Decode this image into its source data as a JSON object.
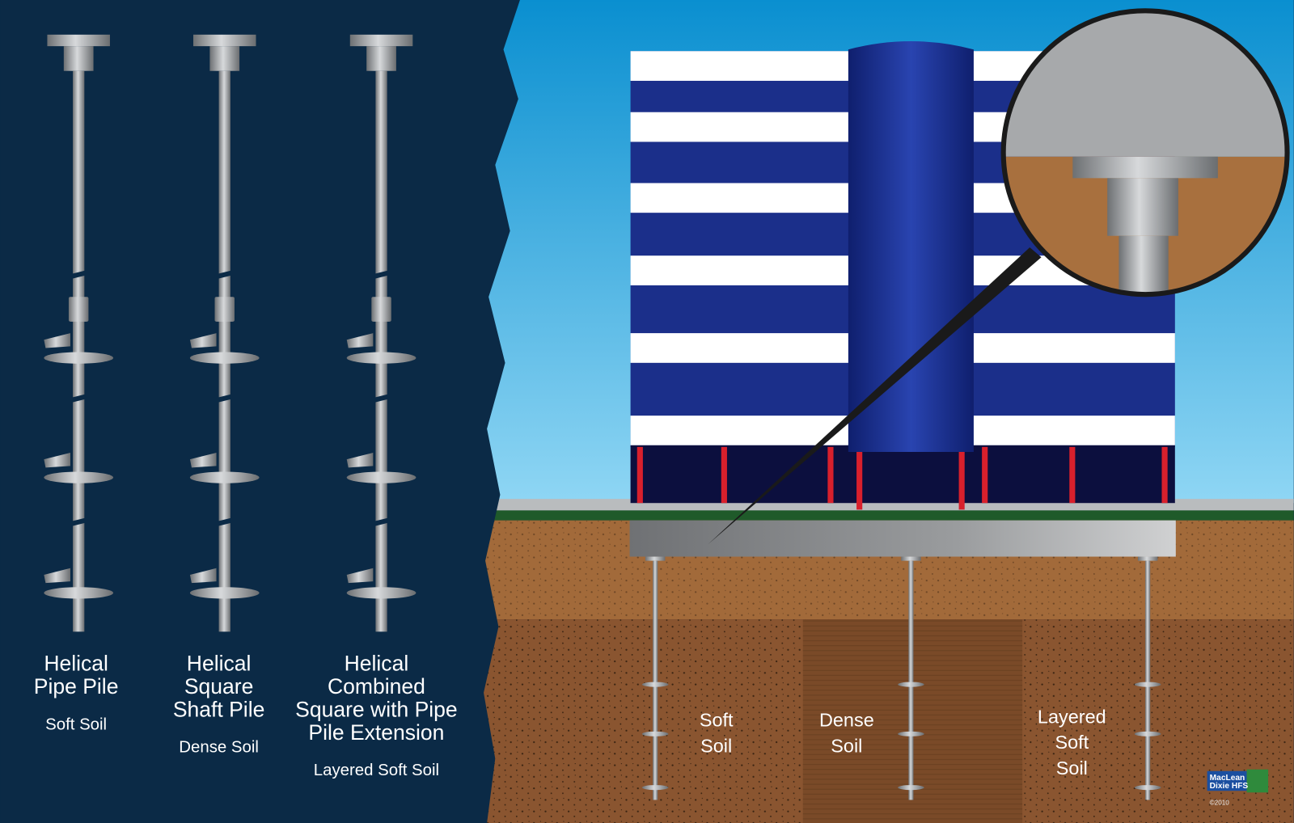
{
  "piles": [
    {
      "name_lines": [
        "Helical",
        "Pipe Pile"
      ],
      "soil": "Soft Soil"
    },
    {
      "name_lines": [
        "Helical",
        "Square",
        "Shaft Pile"
      ],
      "soil": "Dense Soil"
    },
    {
      "name_lines": [
        "Helical",
        "Combined",
        "Square with Pipe",
        "Pile Extension"
      ],
      "soil": "Layered Soft Soil"
    }
  ],
  "soil_zones": [
    {
      "lines": [
        "Soft",
        "Soil"
      ]
    },
    {
      "lines": [
        "Dense",
        "Soil"
      ]
    },
    {
      "lines": [
        "Layered",
        "Soft",
        "Soil"
      ]
    }
  ],
  "logo": {
    "line1": "MacLean",
    "line2": "Dixie HFS",
    "copyright": "©2010"
  },
  "colors": {
    "panel": "#0b2a46",
    "sky_top": "#0a8fd0",
    "building": "#1b2f8a",
    "soil": "#9a6438",
    "column": "#d8202c"
  }
}
